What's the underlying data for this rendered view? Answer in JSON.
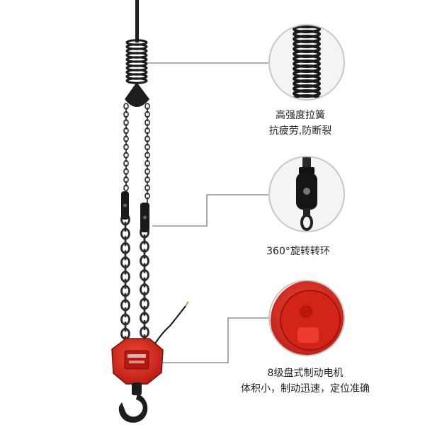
{
  "features": [
    {
      "id": "spring",
      "lines": [
        "高强度拉簧",
        "抗疲劳,防断裂"
      ]
    },
    {
      "id": "swivel",
      "lines": [
        "360°旋转转环"
      ]
    },
    {
      "id": "motor",
      "lines": [
        "8级盘式制动电机",
        "体积小，制动迅速，定位准确"
      ]
    }
  ],
  "colors": {
    "hoist_red": "#d8261c",
    "chain": "#2a2a2a",
    "leader": "#7a7a7a",
    "circle_border": "#c8c8c8"
  }
}
